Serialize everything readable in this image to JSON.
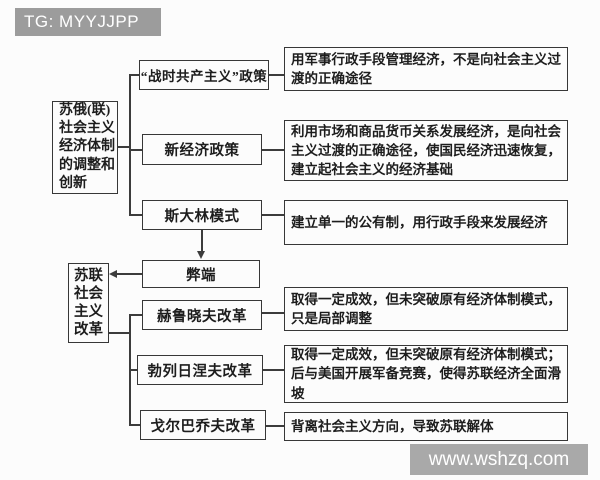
{
  "badge": {
    "label": "TG: MYYJJPP"
  },
  "watermark": {
    "label": "www.wshzq.com"
  },
  "colors": {
    "badge_bg": "#9c9c9c",
    "watermark_bg": "#a9a9a9",
    "line": "#3c3c3c",
    "box_border": "#373737",
    "background": "#fcfcfc"
  },
  "diagram": {
    "root": {
      "label": "苏俄(联)\n社会主义\n经济体制\n的调整和\n创新"
    },
    "reform_root": {
      "label": "苏联\n社会\n主义\n改革"
    },
    "nodes": [
      {
        "id": "war-communism",
        "label": "“战时共产主义”政策",
        "desc": "用军事行政手段管理经济，不是向社会主义过渡的正确途径"
      },
      {
        "id": "new-economic-policy",
        "label": "新经济政策",
        "desc": "利用市场和商品货币关系发展经济，是向社会主义过渡的正确途径，使国民经济迅速恢复，建立起社会主义的经济基础"
      },
      {
        "id": "stalin-model",
        "label": "斯大林模式",
        "desc": "建立单一的公有制，用行政手段来发展经济"
      },
      {
        "id": "drawbacks",
        "label": "弊端",
        "desc": ""
      },
      {
        "id": "khrushchev-reform",
        "label": "赫鲁晓夫改革",
        "desc": "取得一定成效，但未突破原有经济体制模式，只是局部调整"
      },
      {
        "id": "brezhnev-reform",
        "label": "勃列日涅夫改革",
        "desc": "取得一定成效，但未突破原有经济体制模式；后与美国开展军备竞赛，使得苏联经济全面滑坡"
      },
      {
        "id": "gorbachev-reform",
        "label": "戈尔巴乔夫改革",
        "desc": "背离社会主义方向，导致苏联解体"
      }
    ]
  }
}
